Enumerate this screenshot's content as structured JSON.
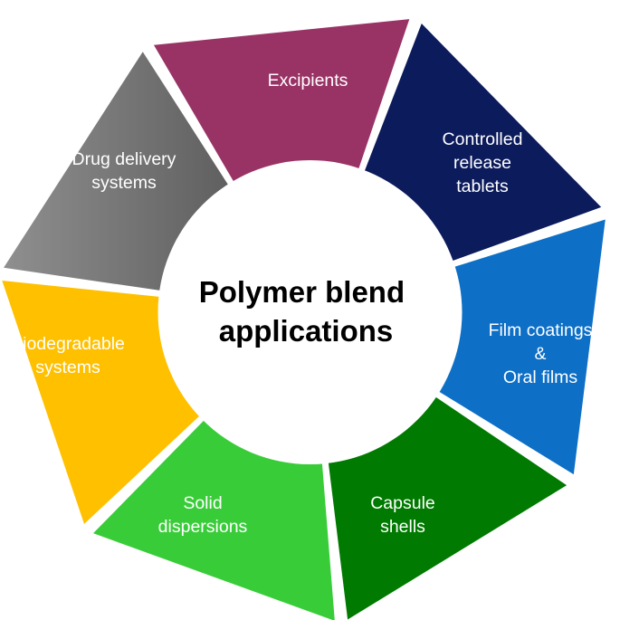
{
  "diagram": {
    "center": {
      "lines": [
        "Polymer blend",
        "applications"
      ]
    },
    "segments": [
      {
        "id": "excipients",
        "lines": [
          "Excipients"
        ],
        "color": "#993366"
      },
      {
        "id": "controlled-release-tablets",
        "lines": [
          "Controlled",
          "release",
          "tablets"
        ],
        "color": "#0c1b5c"
      },
      {
        "id": "film-coatings-oral-films",
        "lines": [
          "Film  coatings",
          "&",
          "Oral films"
        ],
        "color": "#0d6fc6"
      },
      {
        "id": "capsule-shells",
        "lines": [
          "Capsule",
          "shells"
        ],
        "color": "#007a00"
      },
      {
        "id": "solid-dispersions",
        "lines": [
          "Solid",
          "dispersions"
        ],
        "color": "#39cc39"
      },
      {
        "id": "biodegradable-systems",
        "lines": [
          "Biodegradable",
          "systems"
        ],
        "color": "#ffc000"
      },
      {
        "id": "drug-delivery-systems",
        "lines": [
          "Drug delivery",
          "systems"
        ],
        "color": "#8f8f8f",
        "gradient_color": "#5e5e5e"
      }
    ]
  }
}
